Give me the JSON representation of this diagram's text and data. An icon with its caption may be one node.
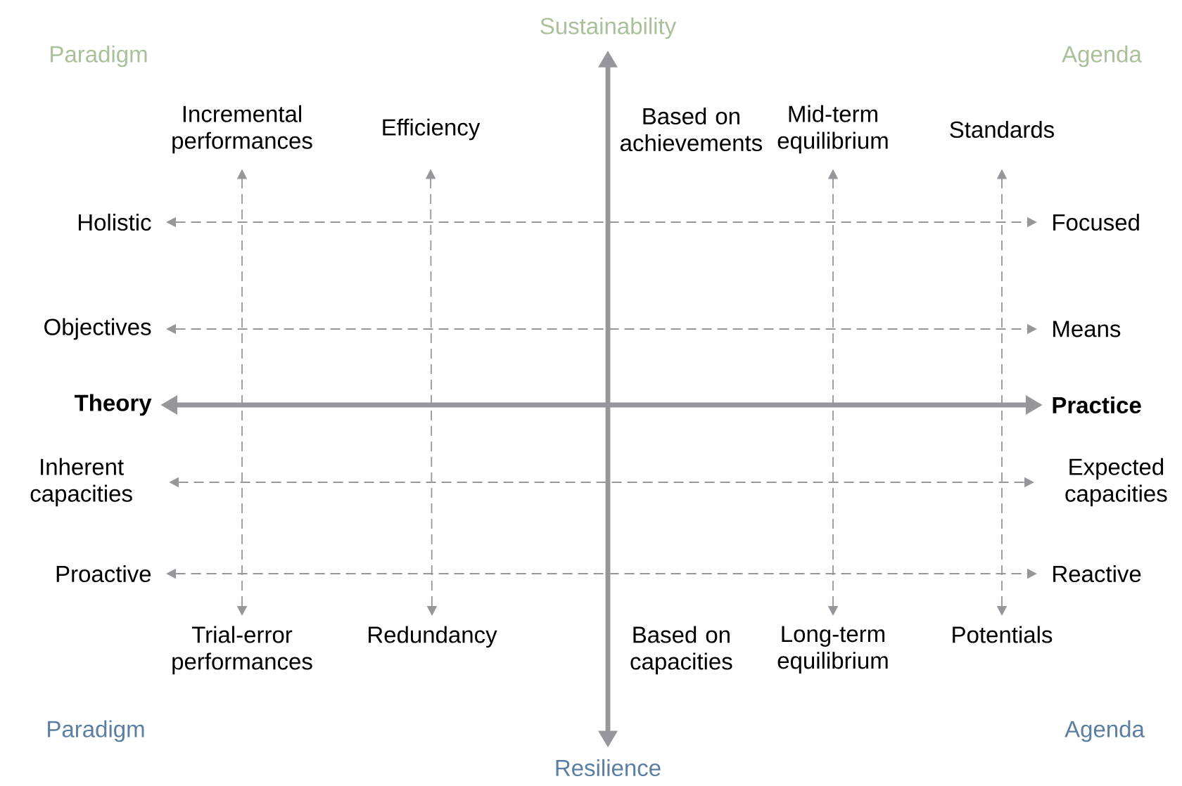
{
  "diagram": {
    "nodes": [
      {
        "text": [
          "Sustainability"
        ]
      },
      {
        "text": [
          "Incremental performances"
        ]
      },
      {
        "text": [
          "Efficiency"
        ]
      },
      {
        "text": [
          "Based on achievements"
        ]
      },
      {
        "text": [
          "Mid-term equilibrium"
        ]
      },
      {
        "text": [
          "Standards"
        ]
      },
      {
        "text": [
          "Holistic"
        ]
      },
      {
        "text": [
          "Focused"
        ]
      },
      {
        "text": [
          "Objectives"
        ]
      },
      {
        "text": [
          "Means"
        ]
      },
      {
        "text": [
          "Theory"
        ]
      },
      {
        "text": [
          "Practice"
        ]
      },
      {
        "text": [
          "Inherent capacities"
        ]
      },
      {
        "text": [
          "Expected capacities"
        ]
      },
      {
        "text": [
          "Proactive"
        ]
      },
      {
        "text": [
          "Reactive"
        ]
      },
      {
        "text": [
          "Trial-error performances"
        ]
      },
      {
        "text": [
          "Redundancy"
        ]
      },
      {
        "text": [
          "Based on capacities"
        ]
      },
      {
        "text": [
          "Long-term equilibrium"
        ]
      },
      {
        "text": [
          "Potentials"
        ]
      },
      {
        "text": [
          "Resilience"
        ]
      }
    ],
    "edges": [
      {
        "from": 0,
        "to": 21,
        "arrow": "both",
        "style": "thick"
      },
      {
        "from": 10,
        "to": 11,
        "arrow": "both",
        "style": "thick"
      },
      {
        "from": 6,
        "to": 7,
        "arrow": "both",
        "style": "dashed"
      },
      {
        "from": 8,
        "to": 9,
        "arrow": "both",
        "style": "dashed"
      },
      {
        "from": 12,
        "to": 13,
        "arrow": "both",
        "style": "dashed"
      },
      {
        "from": 14,
        "to": 15,
        "arrow": "both",
        "style": "dashed"
      },
      {
        "from": 1,
        "to": 16,
        "arrow": "both",
        "style": "dashed"
      },
      {
        "from": 2,
        "to": 17,
        "arrow": "both",
        "style": "dashed"
      },
      {
        "from": 4,
        "to": 19,
        "arrow": "both",
        "style": "dashed"
      },
      {
        "from": 5,
        "to": 20,
        "arrow": "both",
        "style": "dashed"
      }
    ],
    "labels": [
      "Paradigm",
      "Agenda",
      "Paradigm",
      "Agenda"
    ]
  }
}
